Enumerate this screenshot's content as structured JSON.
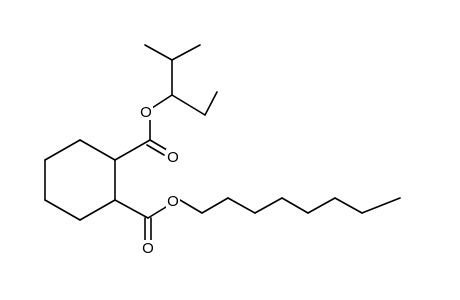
{
  "diagram": {
    "type": "skeletal-structure",
    "line_color": "#000000",
    "background": "#ffffff",
    "atom_labels": {
      "ester_upper_carbonyl_o": "O",
      "ester_upper_ether_o": "O",
      "ester_lower_ether_o": "O",
      "ester_lower_carbonyl_o": "O"
    }
  }
}
